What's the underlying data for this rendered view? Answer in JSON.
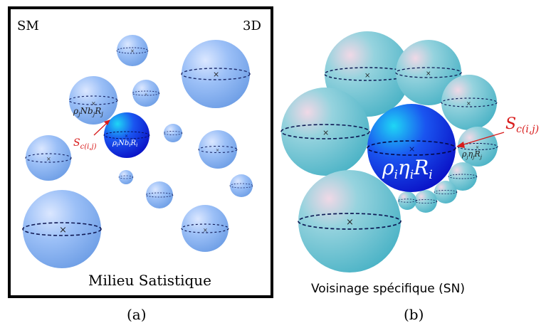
{
  "panel_a": {
    "corner_left": "SM",
    "corner_right": "3D",
    "caption": "Milieu Satistique",
    "sub_label": "(a)",
    "focal_label": "ρ",
    "focal_sub": "i",
    "focal_mid": "Nb",
    "focal_sub2": "i",
    "focal_r": "R",
    "focal_sub3": "i",
    "neighbor_label": "ρ",
    "neighbor_sub": "j",
    "neighbor_mid": "Nb",
    "neighbor_sub2": "j",
    "neighbor_r": "R",
    "neighbor_sub3": "j",
    "contact_label": "S",
    "contact_sub": "c(i,j)"
  },
  "panel_b": {
    "caption": "Voisinage spécifique (SN)",
    "sub_label": "(b)",
    "focal_label": "ρ",
    "focal_sub": "i",
    "focal_mid": "η",
    "focal_sub2": "i",
    "focal_r": "R",
    "focal_sub3": "i",
    "neighbor_label": "ρ",
    "neighbor_sub": "j",
    "neighbor_mid": "η",
    "neighbor_sub2": "j",
    "neighbor_r": "R",
    "neighbor_sub3": "j",
    "contact_label": "S",
    "contact_sub": "c(i,j)"
  },
  "colors": {
    "sphere_light_blue": "#8fb6f2",
    "sphere_teal": "#5fbfcf",
    "sphere_focal": "#1530e0",
    "contact_arrow": "#d81b1b",
    "frame": "#000000"
  }
}
